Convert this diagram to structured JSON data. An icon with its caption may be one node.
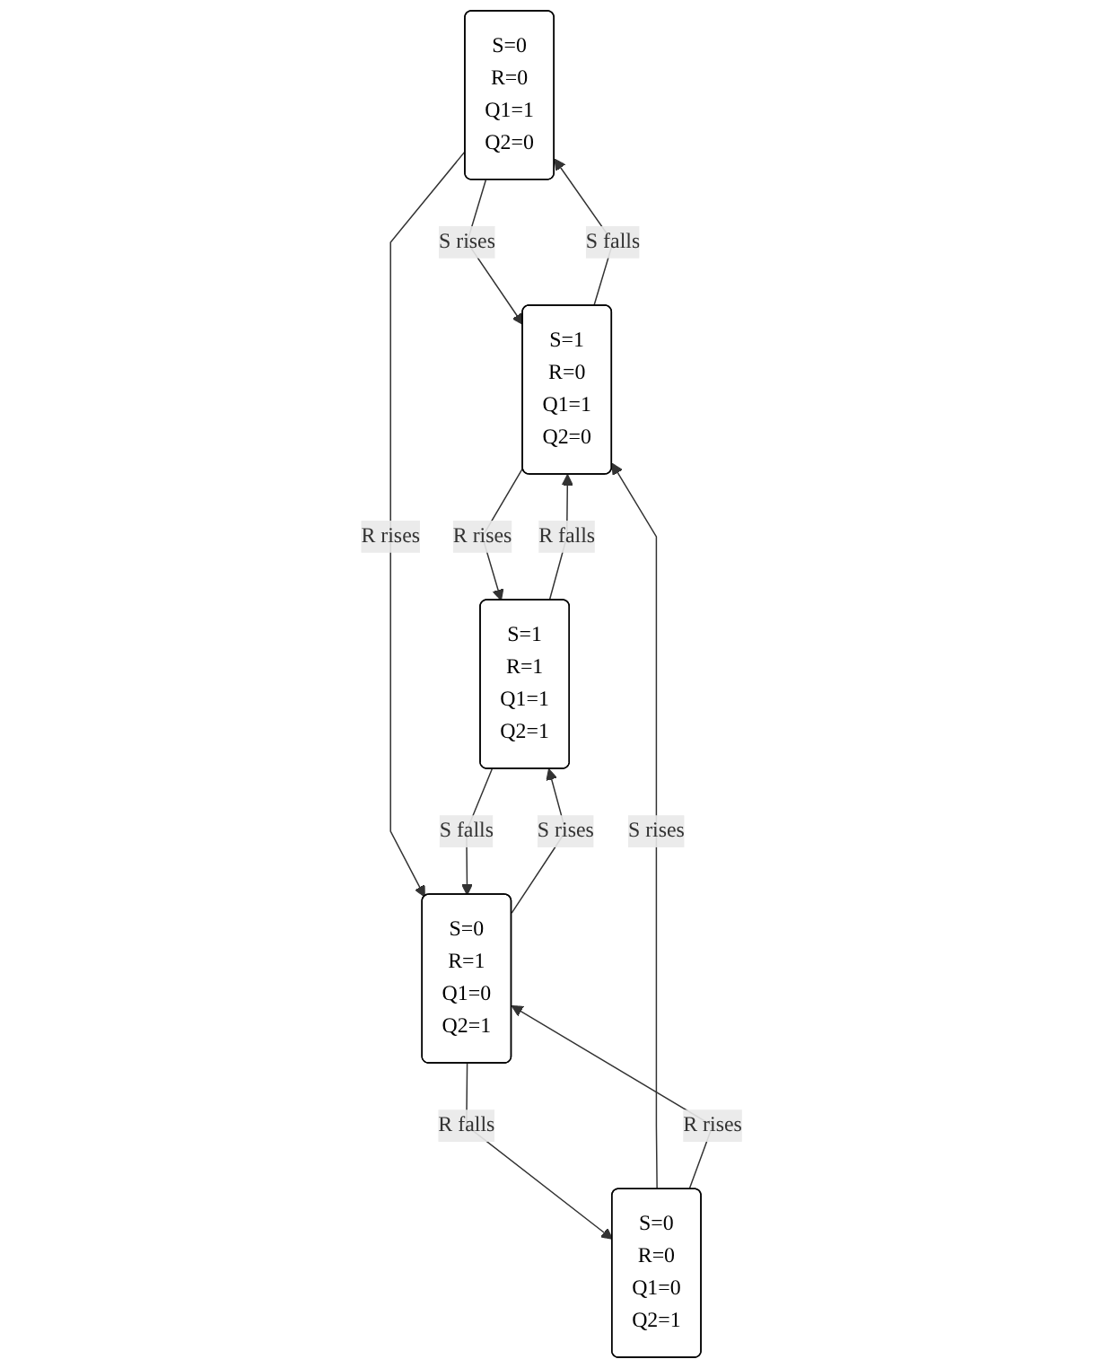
{
  "diagram": {
    "nodes": [
      {
        "text": [
          "S=0",
          "R=0",
          "Q1=1",
          "Q2=0"
        ]
      },
      {
        "text": [
          "S=1",
          "R=0",
          "Q1=1",
          "Q2=0"
        ]
      },
      {
        "text": [
          "S=1",
          "R=1",
          "Q1=1",
          "Q2=1"
        ]
      },
      {
        "text": [
          "S=0",
          "R=1",
          "Q1=0",
          "Q2=1"
        ]
      },
      {
        "text": [
          "S=0",
          "R=0",
          "Q1=0",
          "Q2=1"
        ]
      }
    ],
    "edges": [
      {
        "from": 1,
        "to": 0,
        "arrow": "to",
        "label": "S falls"
      },
      {
        "from": 0,
        "to": 1,
        "arrow": "to",
        "label": "S rises"
      },
      {
        "from": 0,
        "to": 3,
        "arrow": "to",
        "label": "R rises"
      },
      {
        "from": 1,
        "to": 2,
        "arrow": "to",
        "label": "R rises"
      },
      {
        "from": 2,
        "to": 1,
        "arrow": "to",
        "label": "R falls"
      },
      {
        "from": 2,
        "to": 3,
        "arrow": "to",
        "label": "S falls"
      },
      {
        "from": 3,
        "to": 2,
        "arrow": "to",
        "label": "S rises"
      },
      {
        "from": 4,
        "to": 1,
        "arrow": "to",
        "label": "S rises"
      },
      {
        "from": 4,
        "to": 3,
        "arrow": "to",
        "label": "R rises"
      },
      {
        "from": 3,
        "to": 4,
        "arrow": "to",
        "label": "R falls"
      }
    ]
  }
}
